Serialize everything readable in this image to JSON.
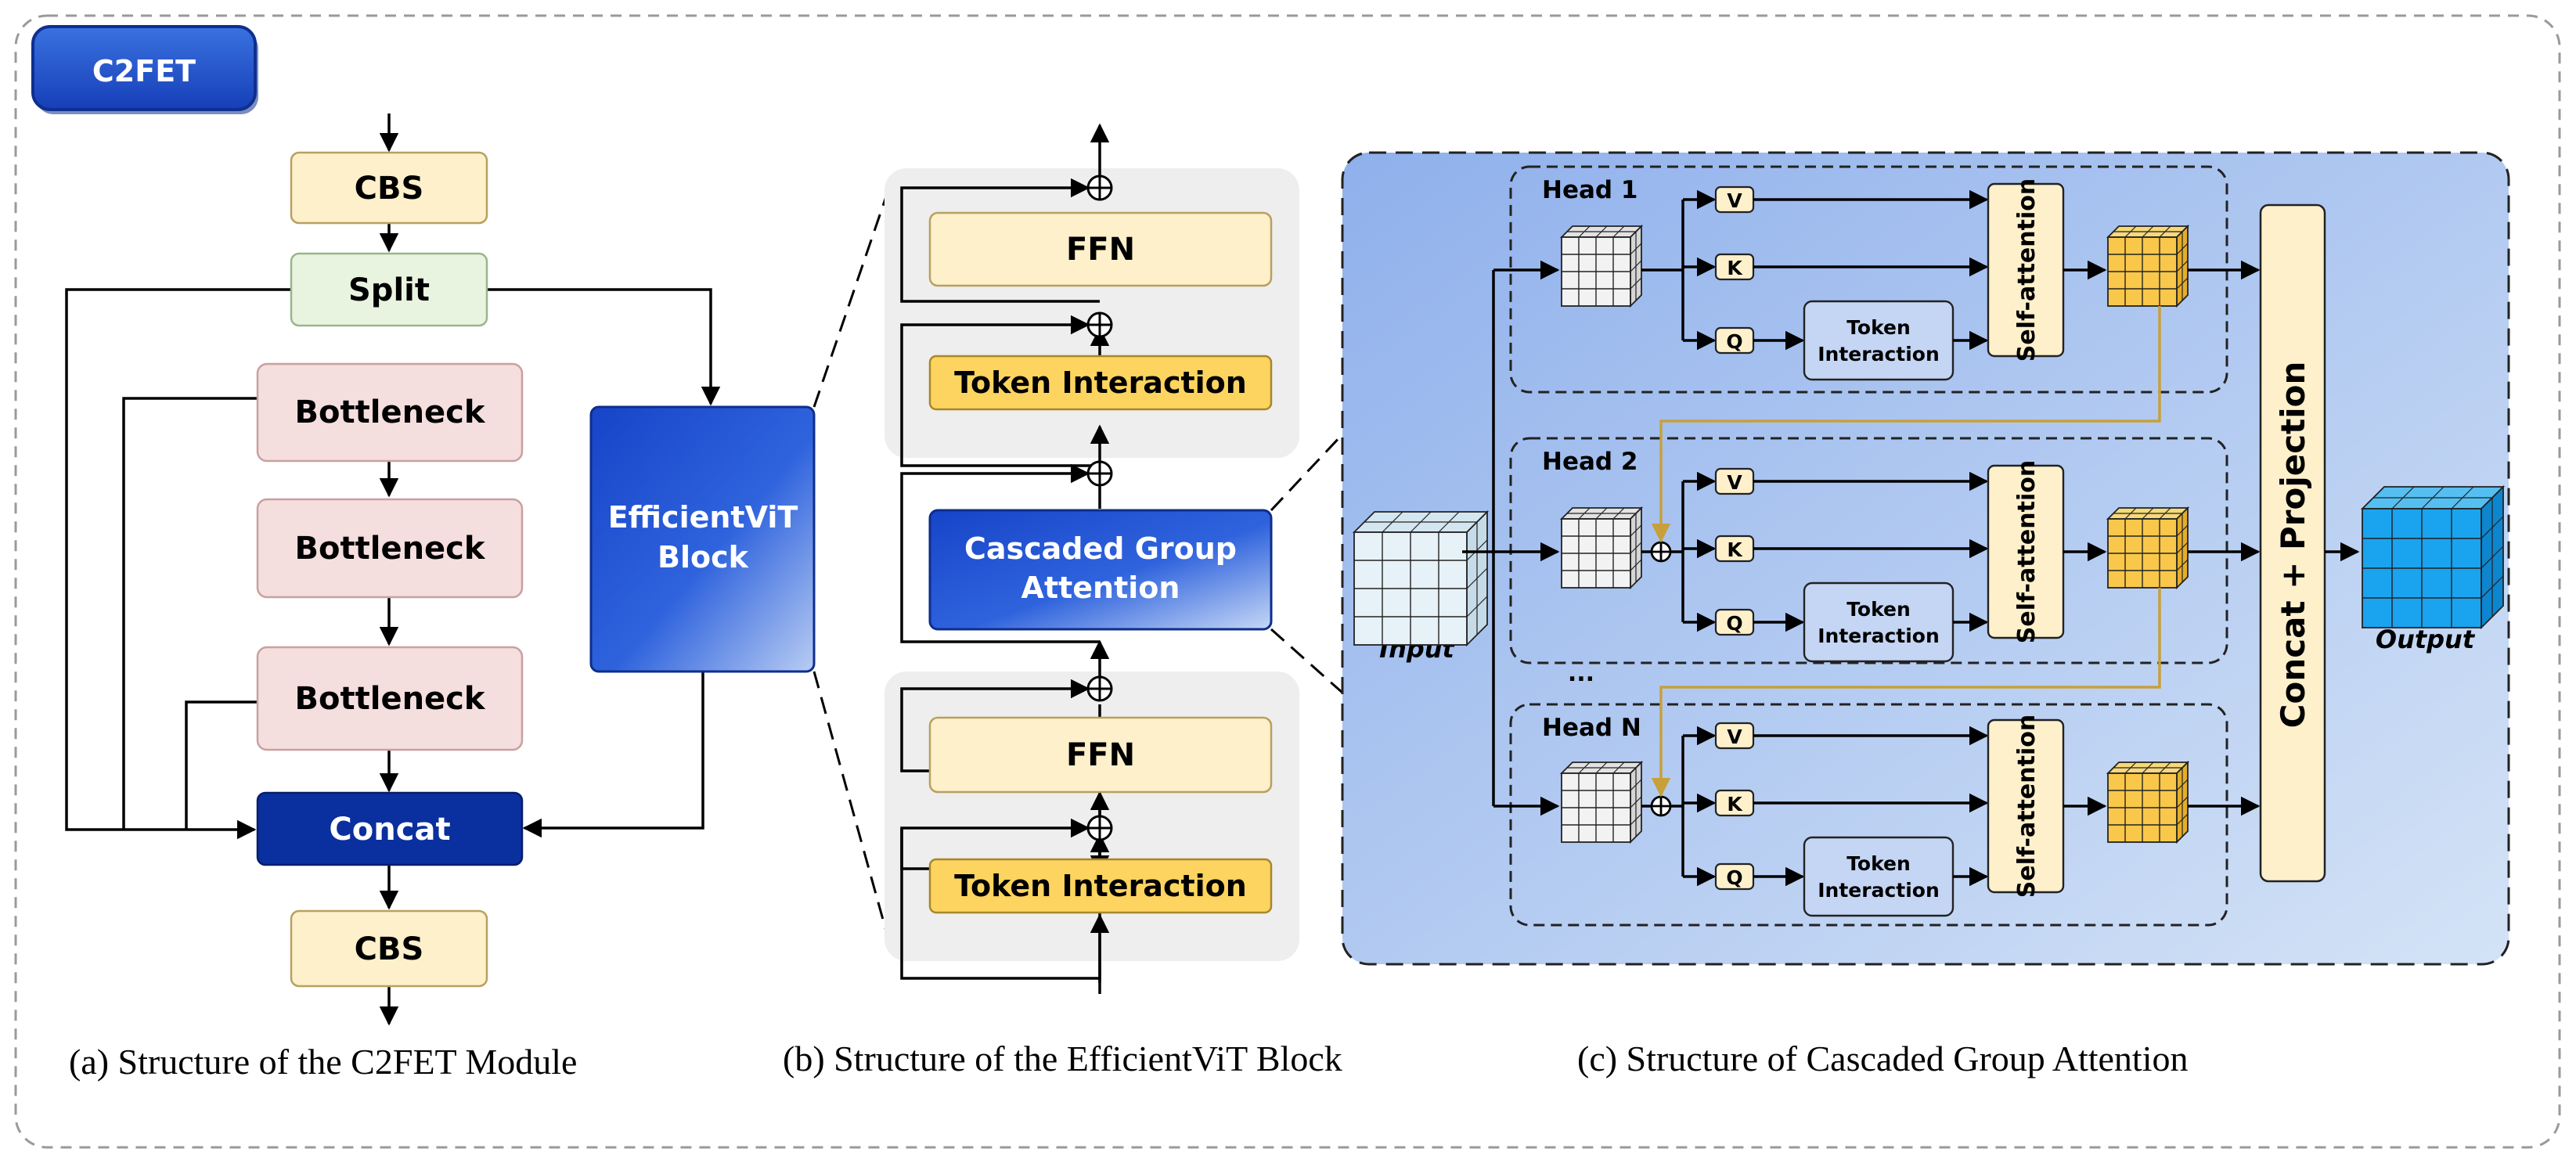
{
  "badge": "C2FET",
  "panel_a": {
    "caption": "(a) Structure of the C2FET Module",
    "cbs_top": "CBS",
    "split": "Split",
    "bottleneck_1": "Bottleneck",
    "bottleneck_2": "Bottleneck",
    "bottleneck_3": "Bottleneck",
    "concat": "Concat",
    "cbs_bottom": "CBS",
    "evit_line1": "EfficientViT",
    "evit_line2": "Block"
  },
  "panel_b": {
    "caption": "(b) Structure of the  EfficientViT Block",
    "ffn_top": "FFN",
    "token_top": "Token Interaction",
    "cga_line1": "Cascaded Group",
    "cga_line2": "Attention",
    "ffn_bottom": "FFN",
    "token_bottom": "Token Interaction"
  },
  "panel_c": {
    "caption": "(c) Structure of Cascaded Group Attention",
    "input": "Input",
    "output": "Output",
    "ellipsis": "...",
    "concat_projection": "Concat + Projection",
    "heads": [
      {
        "name": "Head 1",
        "v": "V",
        "k": "K",
        "q": "Q",
        "token_line1": "Token",
        "token_line2": "Interaction",
        "self_attention": "Self-attention"
      },
      {
        "name": "Head 2",
        "v": "V",
        "k": "K",
        "q": "Q",
        "token_line1": "Token",
        "token_line2": "Interaction",
        "self_attention": "Self-attention"
      },
      {
        "name": "Head N",
        "v": "V",
        "k": "K",
        "q": "Q",
        "token_line1": "Token",
        "token_line2": "Interaction",
        "self_attention": "Self-attention"
      }
    ]
  },
  "colors": {
    "cbs": "#fdf0cb",
    "split": "#e8f3e0",
    "bottleneck": "#f5dede",
    "concat": "#0a2f9e",
    "efficientvit": "#1f55d8",
    "token_interaction": "#fdd45f",
    "ffn": "#fdf0cb",
    "attention_panel": "#a3bdee",
    "gold_connector": "#c8a03a",
    "output_cube": "#1aa3ee"
  }
}
